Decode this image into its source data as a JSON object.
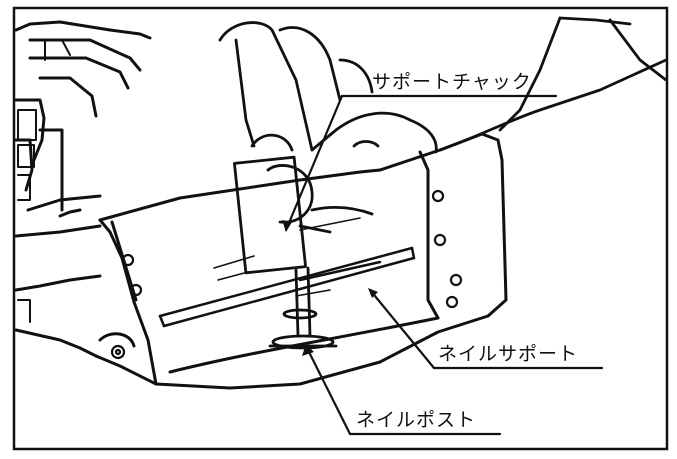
{
  "labels": {
    "support_chuck": "サポートチャック",
    "nail_support": "ネイルサポート",
    "nail_post": "ネイルポスト"
  }
}
